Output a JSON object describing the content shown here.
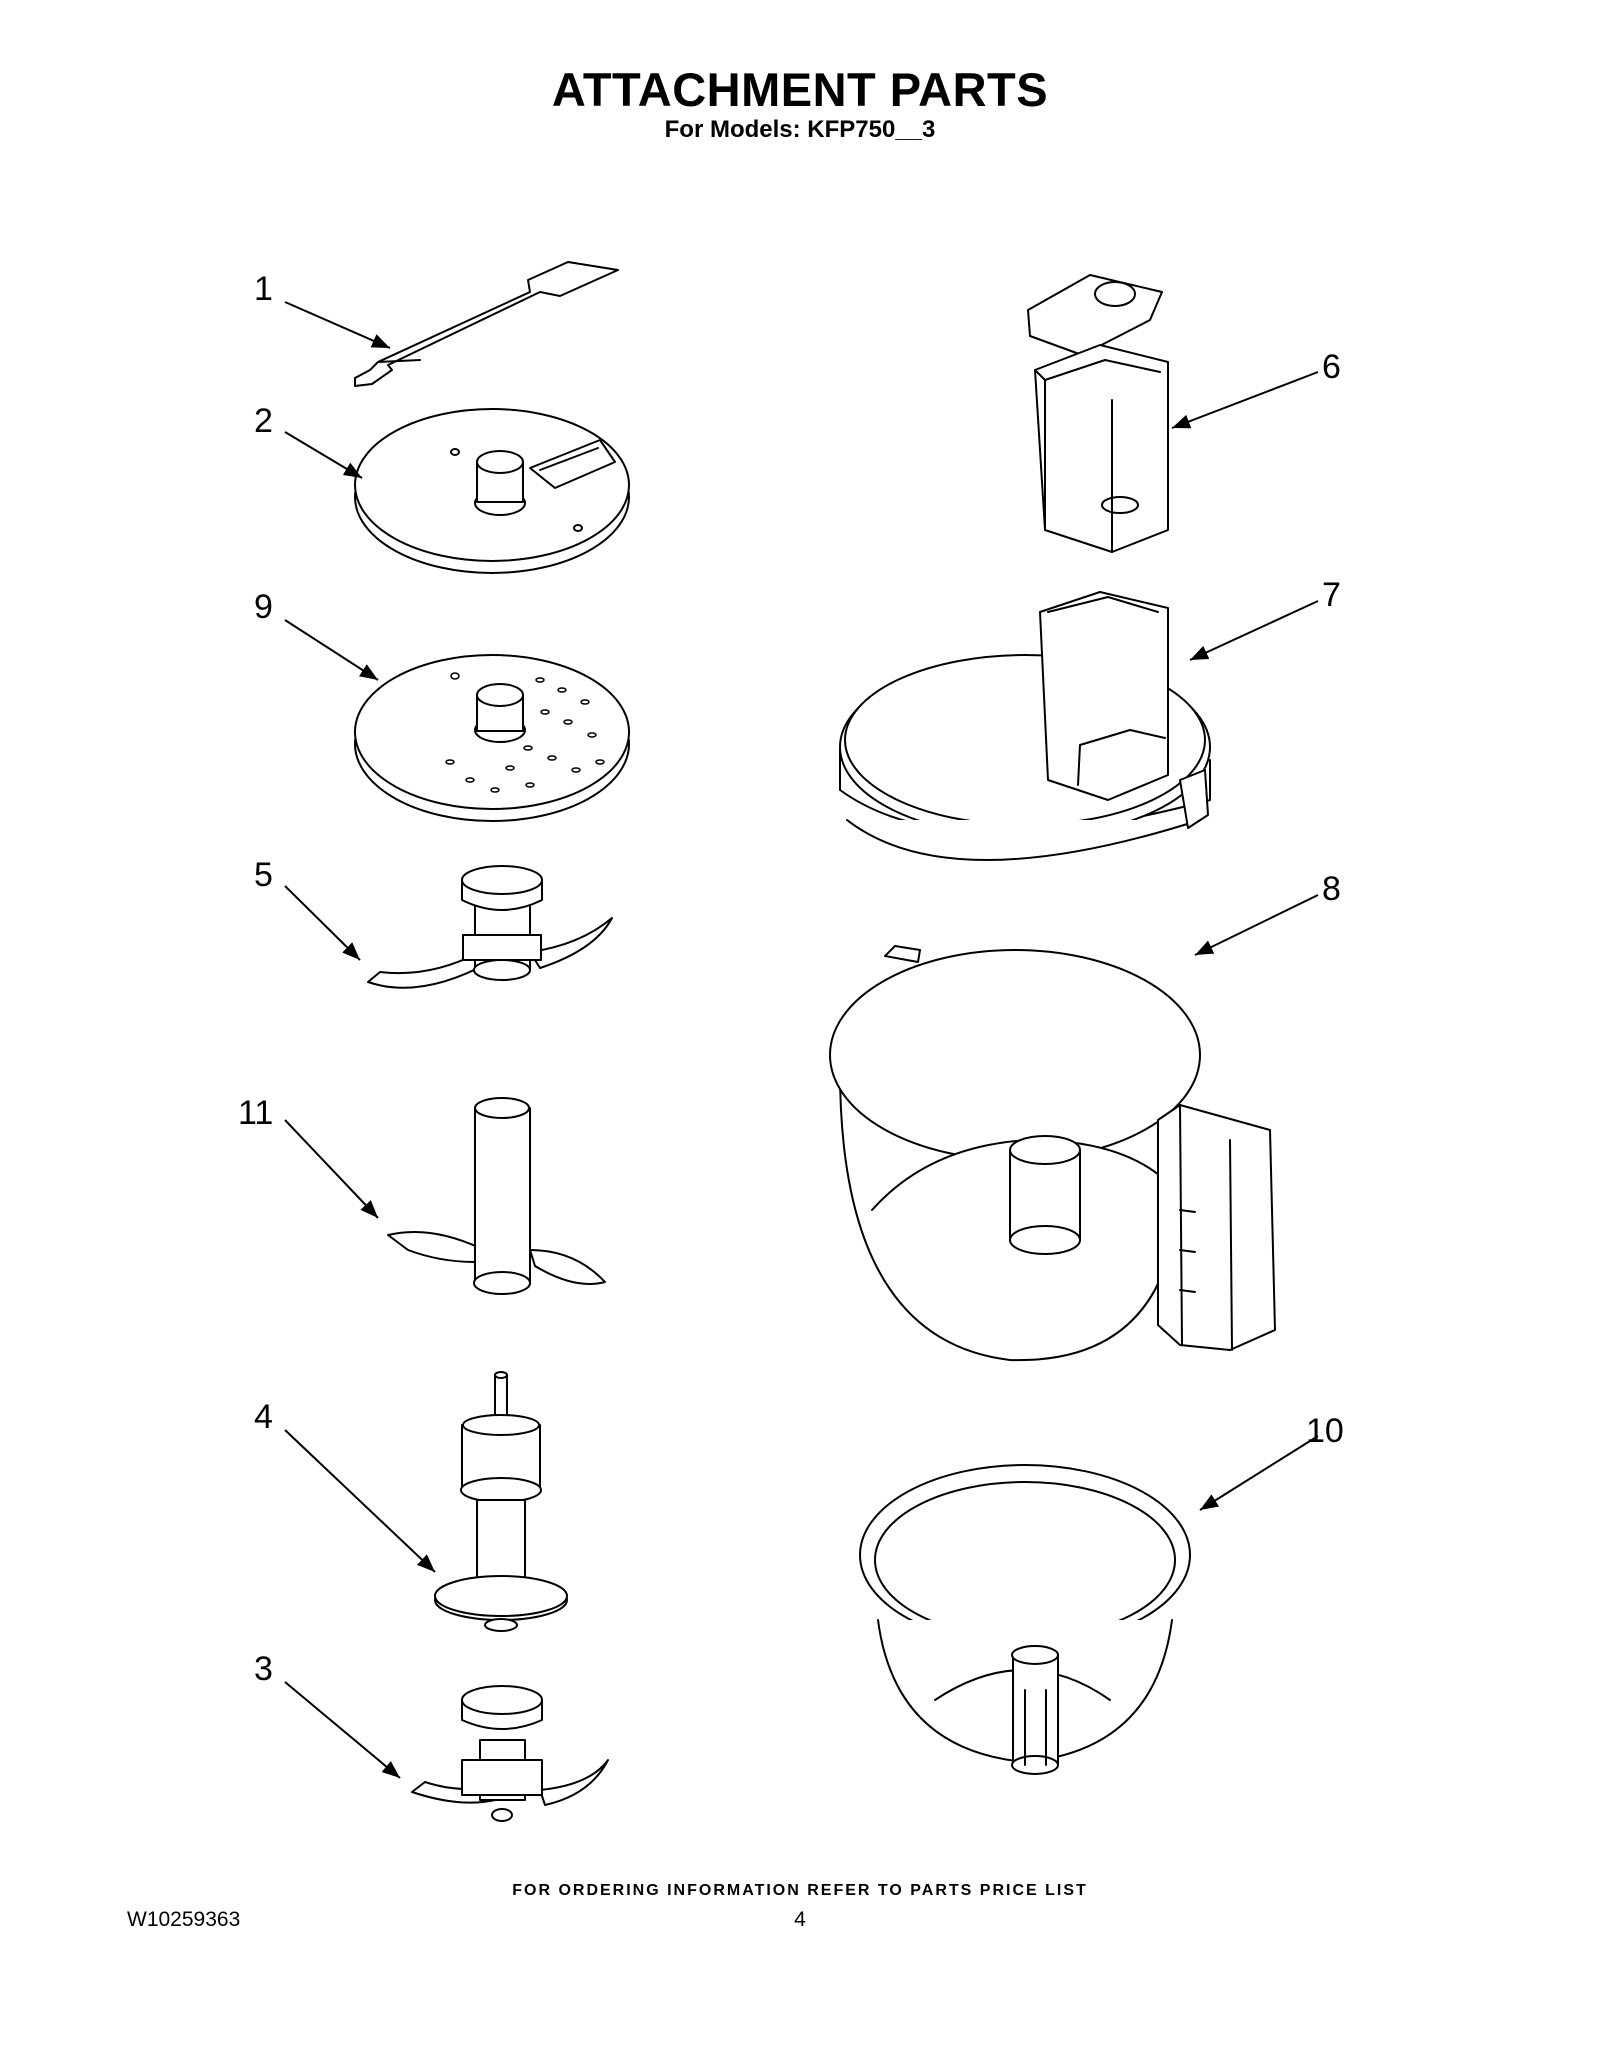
{
  "header": {
    "title": "ATTACHMENT PARTS",
    "subtitle": "For Models: KFP750__3"
  },
  "callouts": {
    "c1": "1",
    "c2": "2",
    "c9": "9",
    "c5": "5",
    "c11": "11",
    "c4": "4",
    "c3": "3",
    "c6": "6",
    "c7": "7",
    "c8": "8",
    "c10": "10"
  },
  "footer": {
    "ordering_note": "FOR ORDERING INFORMATION REFER TO PARTS PRICE LIST",
    "doc_number": "W10259363",
    "page_number": "4"
  }
}
